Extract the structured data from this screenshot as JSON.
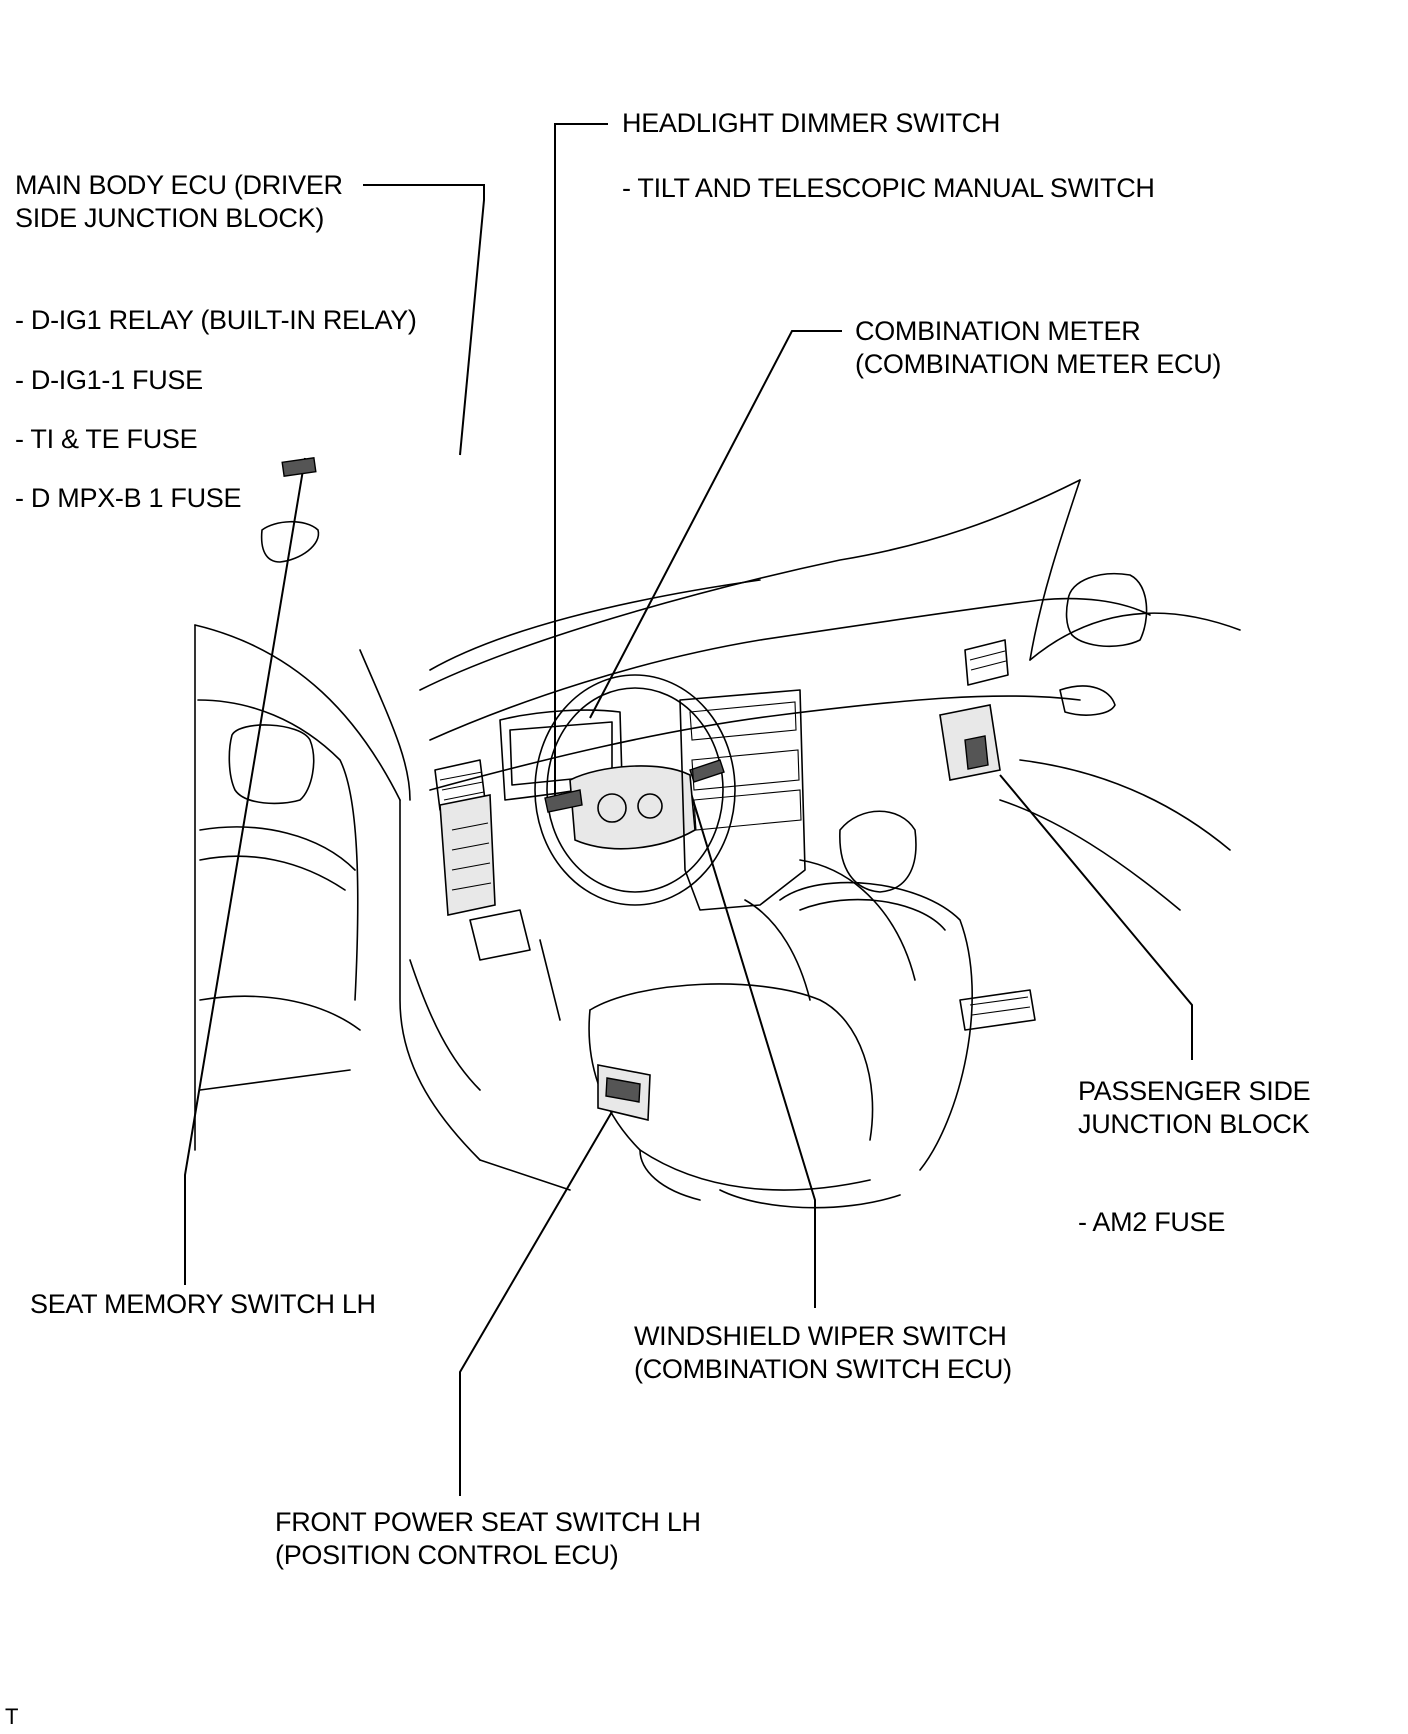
{
  "labels": {
    "main_body_ecu_1": "MAIN BODY ECU (DRIVER",
    "main_body_ecu_2": "SIDE JUNCTION BLOCK)",
    "d_ig1_relay": "- D-IG1 RELAY (BUILT-IN RELAY)",
    "d_ig1_1_fuse": "- D-IG1-1 FUSE",
    "ti_te_fuse": "- TI & TE FUSE",
    "d_mpx_b1_fuse": "- D MPX-B 1 FUSE",
    "headlight_dimmer": "HEADLIGHT DIMMER SWITCH",
    "tilt_telescopic": "- TILT AND TELESCOPIC MANUAL SWITCH",
    "combination_meter_1": "COMBINATION METER",
    "combination_meter_2": "(COMBINATION METER ECU)",
    "passenger_jb_1": "PASSENGER SIDE",
    "passenger_jb_2": "JUNCTION BLOCK",
    "am2_fuse": "- AM2 FUSE",
    "seat_memory_switch": "SEAT MEMORY SWITCH LH",
    "wiper_switch_1": "WINDSHIELD WIPER SWITCH",
    "wiper_switch_2": "(COMBINATION SWITCH ECU)",
    "front_seat_switch_1": "FRONT POWER SEAT SWITCH LH",
    "front_seat_switch_2": "(POSITION CONTROL ECU)",
    "corner_mark": "T"
  }
}
